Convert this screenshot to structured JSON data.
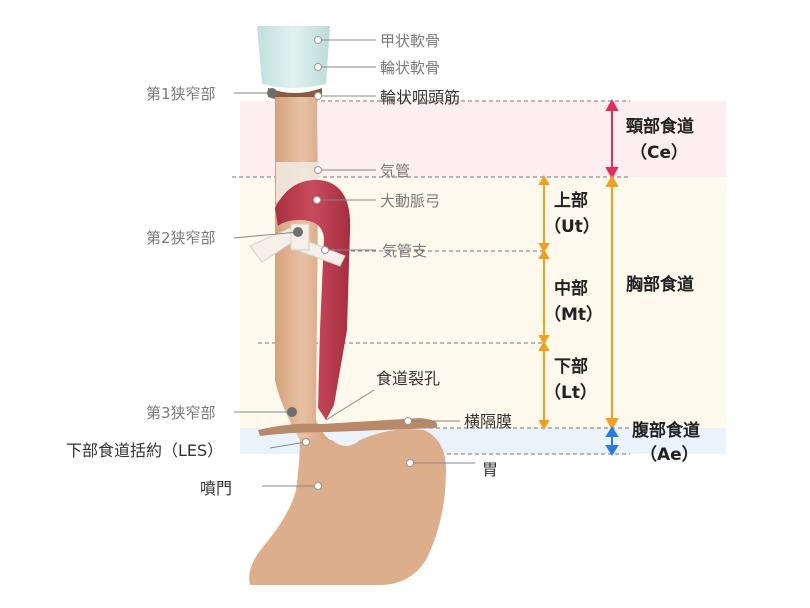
{
  "labels": {
    "thyroid_cartilage": "甲状軟骨",
    "cricoid_cartilage": "輪状軟骨",
    "cricopharyngeus": "輪状咽頭筋",
    "trachea": "気管",
    "aortic_arch": "大動脈弓",
    "bronchus": "気管支",
    "hiatus": "食道裂孔",
    "diaphragm": "横隔膜",
    "stomach": "胃",
    "les": "下部食道括約（LES）",
    "cardia": "噴門",
    "narrowing_1": "第1狭窄部",
    "narrowing_2": "第2狭窄部",
    "narrowing_3": "第3狭窄部"
  },
  "sections": {
    "cervical": {
      "name": "頸部食道",
      "abbr": "（Ce）",
      "color": "#e0305a"
    },
    "thoracic": {
      "name": "胸部食道",
      "color": "#f0a020"
    },
    "upper": {
      "name": "上部",
      "abbr": "（Ut）"
    },
    "middle": {
      "name": "中部",
      "abbr": "（Mt）"
    },
    "lower": {
      "name": "下部",
      "abbr": "（Lt）"
    },
    "abdominal": {
      "name": "腹部食道",
      "abbr": "（Ae）",
      "color": "#2a7de0"
    }
  },
  "colors": {
    "cervical_band": "#fdeef1",
    "thoracic_band": "#fdf9ec",
    "abdominal_band": "#eaf3fb",
    "esophagus": "#dcae8b",
    "aorta": "#b73c4e",
    "cartilage": "#cfe8e4",
    "diaphragm": "#b98a6a"
  }
}
